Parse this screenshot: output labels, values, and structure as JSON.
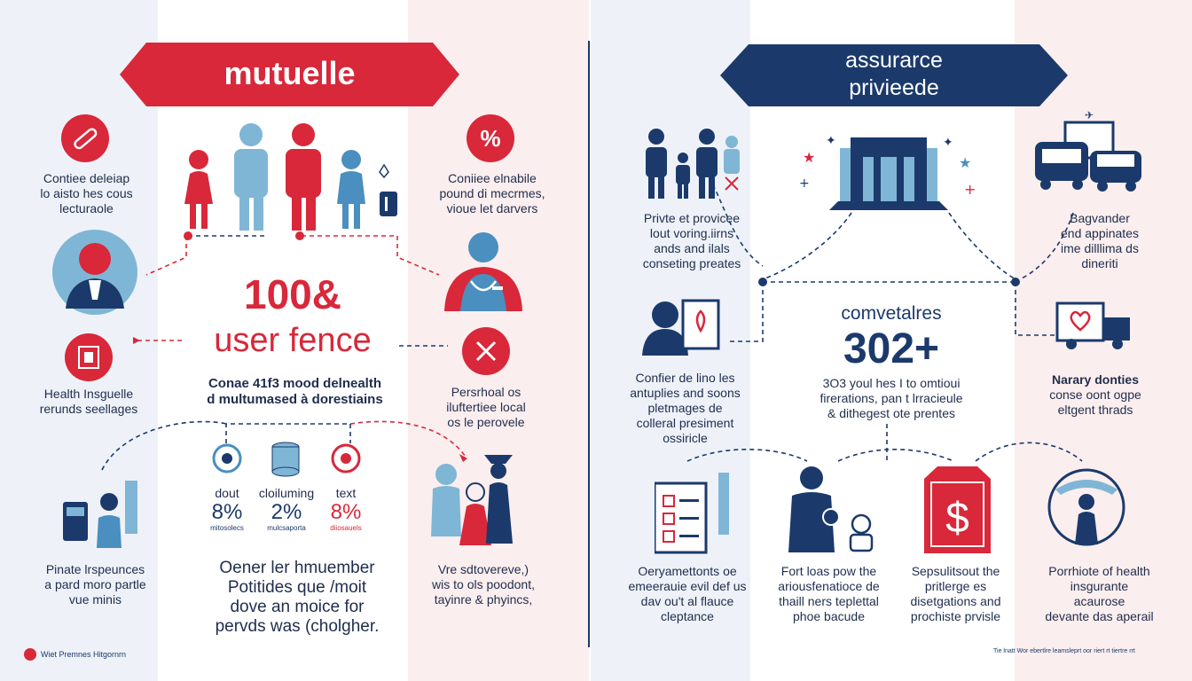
{
  "colors": {
    "red": "#d8283a",
    "navy": "#1b3a6b",
    "light_blue": "#7fb6d6",
    "pale_blue": "#eef2f8",
    "pale_pink": "#fbeeee"
  },
  "left": {
    "banner": "mutuelle",
    "top_left_text": [
      "Contiee deleiap",
      "lo aisto hes cous",
      "lecturaole"
    ],
    "top_right_text": [
      "Coniiee elnabile",
      "pound di mecrmes,",
      "vioue let darvers"
    ],
    "big_number": "100&",
    "big_subtitle": "user fence",
    "mid_text": [
      "Conae 41f3 mood delnealth",
      "d multumased à dorestiains"
    ],
    "left_health_text": [
      "Health Insguelle",
      "rerunds seellages"
    ],
    "right_personal_text": [
      "Persrhoal os",
      "iluftertiee local",
      "os le perovele"
    ],
    "stats": [
      {
        "label": "dout",
        "value": "8%",
        "small": "mitosolecs"
      },
      {
        "label": "cloiluming",
        "value": "2%",
        "small": "mulcsaporta"
      },
      {
        "label": "text",
        "value": "8%",
        "small": "diiosauels"
      }
    ],
    "bottom_left_text": [
      "Pinate lrspeunces",
      "a pard moro partle",
      "vue minis"
    ],
    "bottom_center_text": [
      "Oener ler hmuember",
      "Potitides que /moit",
      "dove an moice for",
      "pervds was (cholgher."
    ],
    "bottom_right_text": [
      "Vre sdtovereve,)",
      "wis to ols poodont,",
      "tayinre & phyincs,"
    ],
    "footer": "Wiet Premnes Hitgornrn"
  },
  "right": {
    "banner": [
      "assurarce",
      "privieede"
    ],
    "family_text": [
      "Privte et provicee",
      "lout voring.iirns",
      "ands and ilals",
      "conseting preates"
    ],
    "car_text": [
      "Bagvander",
      "end appinates",
      "ime dilllima ds",
      "dineriti"
    ],
    "stat_title": "comvetalres",
    "stat_number": "302+",
    "stat_text": [
      "3O3 youl hes I to omtioui",
      "firerations, pan t lrracieule",
      "& dithegest ote prentes"
    ],
    "confer_text": [
      "Confier de lino les",
      "antuplies and soons",
      "pletmages de",
      "colleral presiment",
      "ossiricle"
    ],
    "narary_text": [
      "Narary donties",
      "conse oont ogpe",
      "eltgent thrads"
    ],
    "bottom": [
      [
        "Oeryamettonts oe",
        "emeerauie evil def us",
        "dav ou't al flauce",
        "cleptance"
      ],
      [
        "Fort loas pow the",
        "ariousfenatioce de",
        "thaill ners teplettal",
        "phoe bacude"
      ],
      [
        "Sepsulitsout the",
        "pritlerge es",
        "disetgations and",
        "prochiste prvisle"
      ],
      [
        "Porrhiote of health",
        "insgurante",
        "acaurose",
        "devante das aperail"
      ]
    ],
    "footer": "Tie lnatt Wor ebertlre leamsleprt oor riert rt tiertre rrt"
  }
}
